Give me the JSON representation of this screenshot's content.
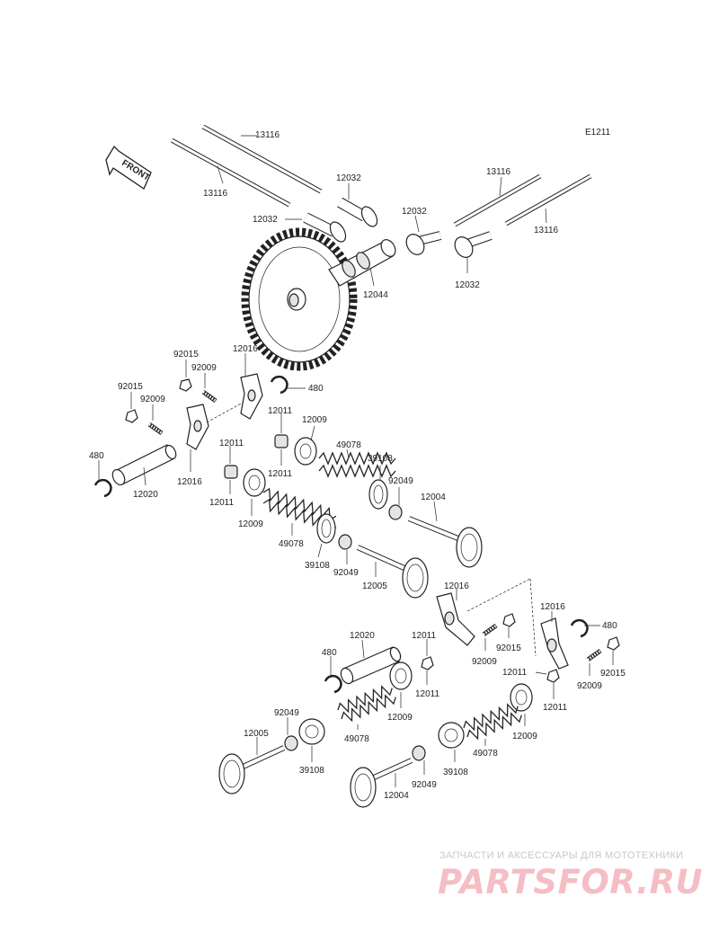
{
  "diagram_code": "E1211",
  "front_label": "FRONT",
  "watermark": {
    "subtitle": "ЗАПЧАСТИ И АКСЕССУАРЫ ДЛЯ МОТОТЕХНИКИ",
    "logo": "PARTSFOR.RU"
  },
  "part_labels": {
    "pushrod_top": "13116",
    "pushrod_left": "13116",
    "tappet_a": "12032",
    "tappet_b": "12032",
    "tappet_c": "12032",
    "tappet_d": "12032",
    "pushrod_right_a": "13116",
    "pushrod_right_b": "13116",
    "camshaft": "12044",
    "nut_a": "92015",
    "stud_a": "92009",
    "rocker_a": "12016",
    "circlip_a": "480",
    "nut_b": "92015",
    "stud_b": "92009",
    "circlip_b": "480",
    "shaft_a": "12020",
    "rocker_b": "12016",
    "collet_a": "12011",
    "collet_b": "12011",
    "collet_c": "12011",
    "retainer_a": "12009",
    "spring_a": "49078",
    "seat_a": "39108",
    "seal_a": "92049",
    "valve_a": "12004",
    "retainer_b": "12009",
    "spring_b": "49078",
    "seat_b": "39108",
    "seal_b": "92049",
    "valve_b": "12005",
    "rocker_c": "12016",
    "rocker_d": "12016",
    "circlip_c": "480",
    "shaft_b": "12020",
    "collet_d": "12011",
    "nut_c": "92015",
    "stud_c": "92009",
    "circlip_d": "480",
    "collet_e": "12011",
    "collet_f": "12011",
    "nut_d": "92015",
    "stud_d": "92009",
    "retainer_c": "12009",
    "spring_c": "49078",
    "seal_c": "92049",
    "valve_c": "12005",
    "seat_c": "39108",
    "retainer_d": "12009",
    "spring_d": "49078",
    "seat_d": "39108",
    "seal_d": "92049",
    "valve_d": "12004"
  }
}
